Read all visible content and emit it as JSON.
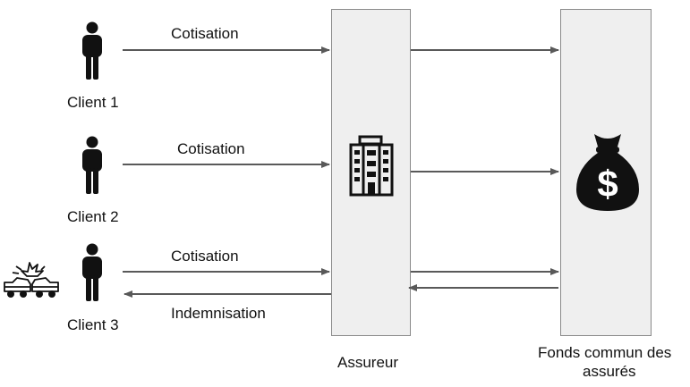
{
  "clients": [
    {
      "label": "Client 1",
      "flow_out": "Cotisation"
    },
    {
      "label": "Client 2",
      "flow_out": "Cotisation"
    },
    {
      "label": "Client 3",
      "flow_out": "Cotisation",
      "flow_in": "Indemnisation"
    }
  ],
  "insurer": {
    "label": "Assureur",
    "icon": "building-icon"
  },
  "fund": {
    "label_line1": "Fonds commun des",
    "label_line2": "assurés",
    "icon": "money-bag-icon"
  },
  "incident": {
    "icon": "car-crash-icon"
  },
  "colors": {
    "arrow": "#595959",
    "box_fill": "#efefef",
    "box_border": "#8a8a8a",
    "icon": "#111111"
  }
}
